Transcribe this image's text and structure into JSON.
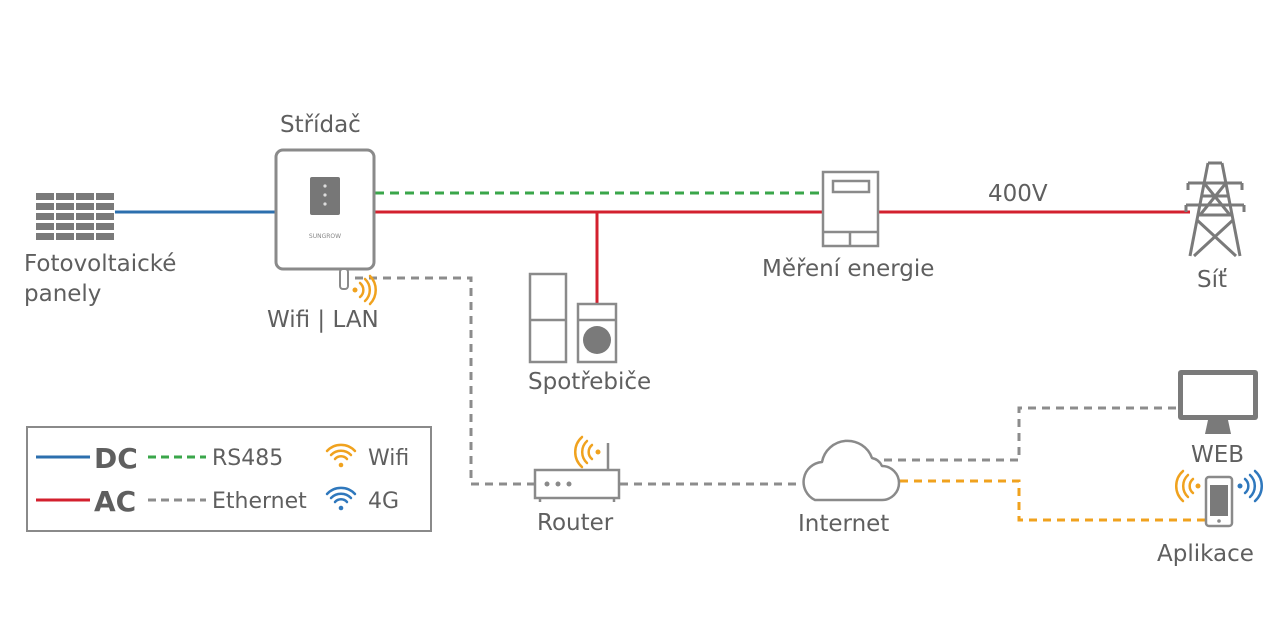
{
  "labels": {
    "inverter": "Střídač",
    "panels_line1": "Fotovoltaické",
    "panels_line2": "panely",
    "wifi_lan": "Wifi | LAN",
    "meter": "Měření energie",
    "voltage": "400V",
    "grid": "Síť",
    "appliances": "Spotřebiče",
    "router": "Router",
    "internet": "Internet",
    "web": "WEB",
    "app": "Aplikace",
    "inverter_brand": "SUNGROW"
  },
  "legend": {
    "dc": "DC",
    "ac": "AC",
    "rs485": "RS485",
    "ethernet": "Ethernet",
    "wifi": "Wifi",
    "fourg": "4G"
  },
  "colors": {
    "dc": "#2c6fae",
    "ac": "#d3202e",
    "rs485": "#3aa64a",
    "ethernet": "#8c8c8c",
    "wifi": "#f0a21e",
    "fourg": "#2f78bd",
    "device_outline": "#888888",
    "device_fill": "#7a7a7a"
  },
  "icons": [
    "solar-panel-icon",
    "inverter-icon",
    "wifi-icon",
    "energy-meter-icon",
    "transmission-tower-icon",
    "fridge-icon",
    "washing-machine-icon",
    "router-icon",
    "cloud-icon",
    "monitor-icon",
    "smartphone-icon",
    "4g-icon"
  ]
}
